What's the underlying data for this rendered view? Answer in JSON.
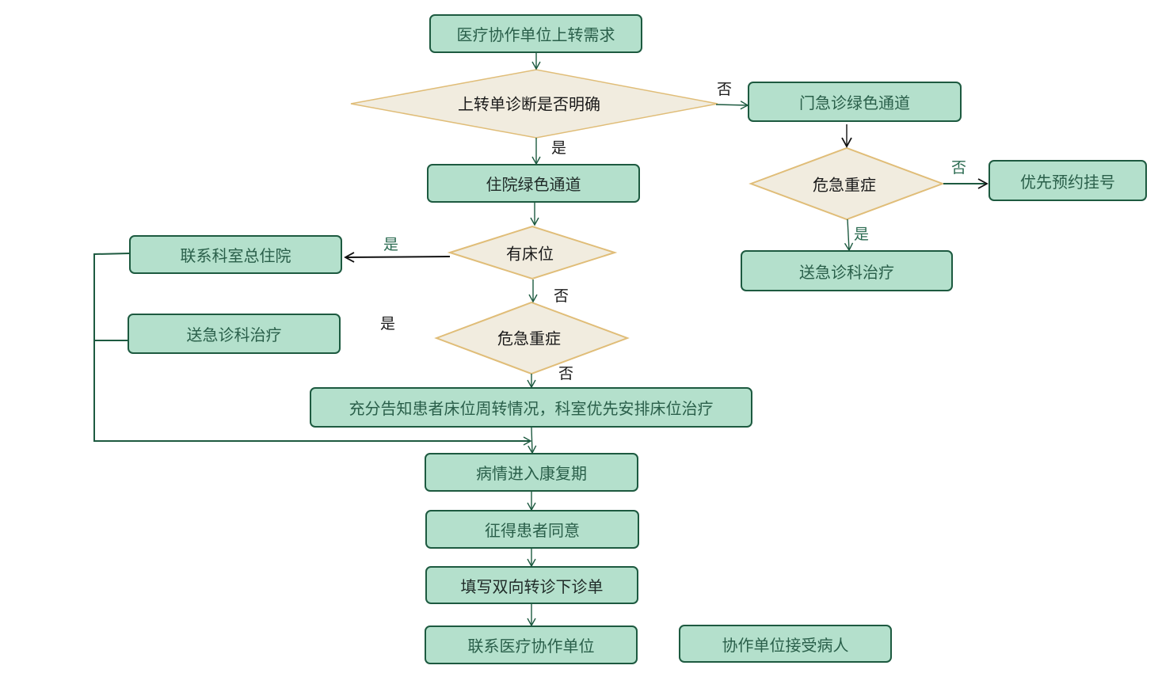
{
  "nodes": {
    "n_start": "医疗协作单位上转需求",
    "d_clear": "上转单诊断是否明确",
    "n_emergency_channel": "门急诊绿色通道",
    "n_inpatient_channel": "住院绿色通道",
    "d_critical_right": "危急重症",
    "n_priority_booking": "优先预约挂号",
    "n_emergency_treat_right": "送急诊科治疗",
    "d_bed": "有床位",
    "n_contact_dept": "联系科室总住院",
    "n_emergency_treat_left": "送急诊科治疗",
    "d_critical_center": "危急重症",
    "n_inform": "充分告知患者床位周转情况，科室优先安排床位治疗",
    "n_recovery": "病情进入康复期",
    "n_consent": "征得患者同意",
    "n_referral_form": "填写双向转诊下诊单",
    "n_contact_unit": "联系医疗协作单位",
    "n_accept": "协作单位接受病人"
  },
  "edge_labels": {
    "no_emergency": "否",
    "yes_inpatient": "是",
    "no_priority": "否",
    "yes_emergency_treat": "是",
    "yes_contact": "是",
    "no_to_critical": "否",
    "yes_left": "是",
    "no_to_inform": "否"
  },
  "colors": {
    "box_fill": "#b4e0cc",
    "box_border": "#1d5a40",
    "diamond_fill": "#f1ecdf",
    "diamond_border": "#e0bd78",
    "line": "#1d5a40"
  }
}
